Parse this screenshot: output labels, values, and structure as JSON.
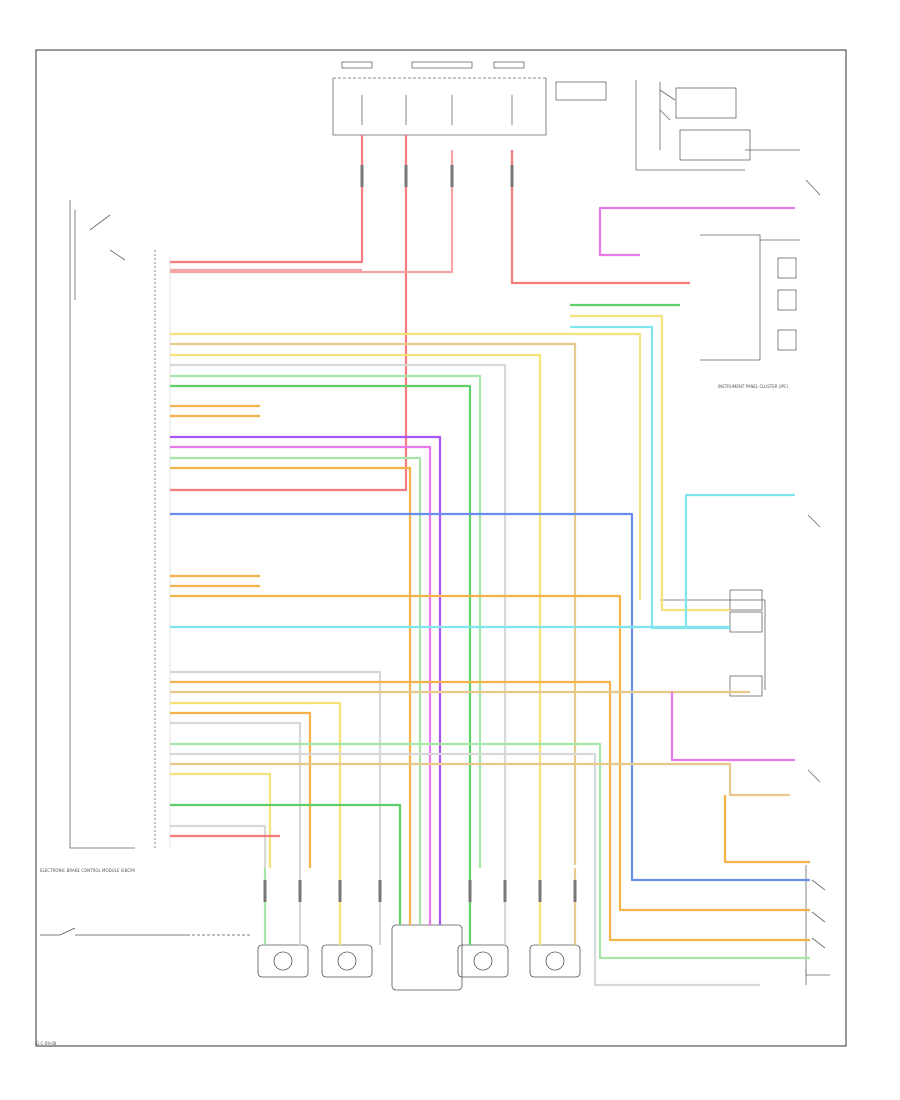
{
  "wire_colors": {
    "red": "#f47c7c",
    "pink": "#f4a6a6",
    "magenta": "#e879e8",
    "purple": "#a855f7",
    "yellow": "#f5e27a",
    "orange": "#f5b14a",
    "tan": "#e8c98c",
    "green": "#5fcf6a",
    "light_green": "#a6e6a6",
    "cyan": "#7fe6ee",
    "blue": "#6a8ef0",
    "dark_green": "#1e9b3a",
    "gray": "#d8d8d8",
    "black": "#444444"
  },
  "labels": {
    "cluster": "INSTRUMENT PANEL CLUSTER (IPC)",
    "ebcm": "ELECTRONIC BRAKE CONTROL MODULE (EBCM)",
    "footnote": "G-C-09-08"
  }
}
